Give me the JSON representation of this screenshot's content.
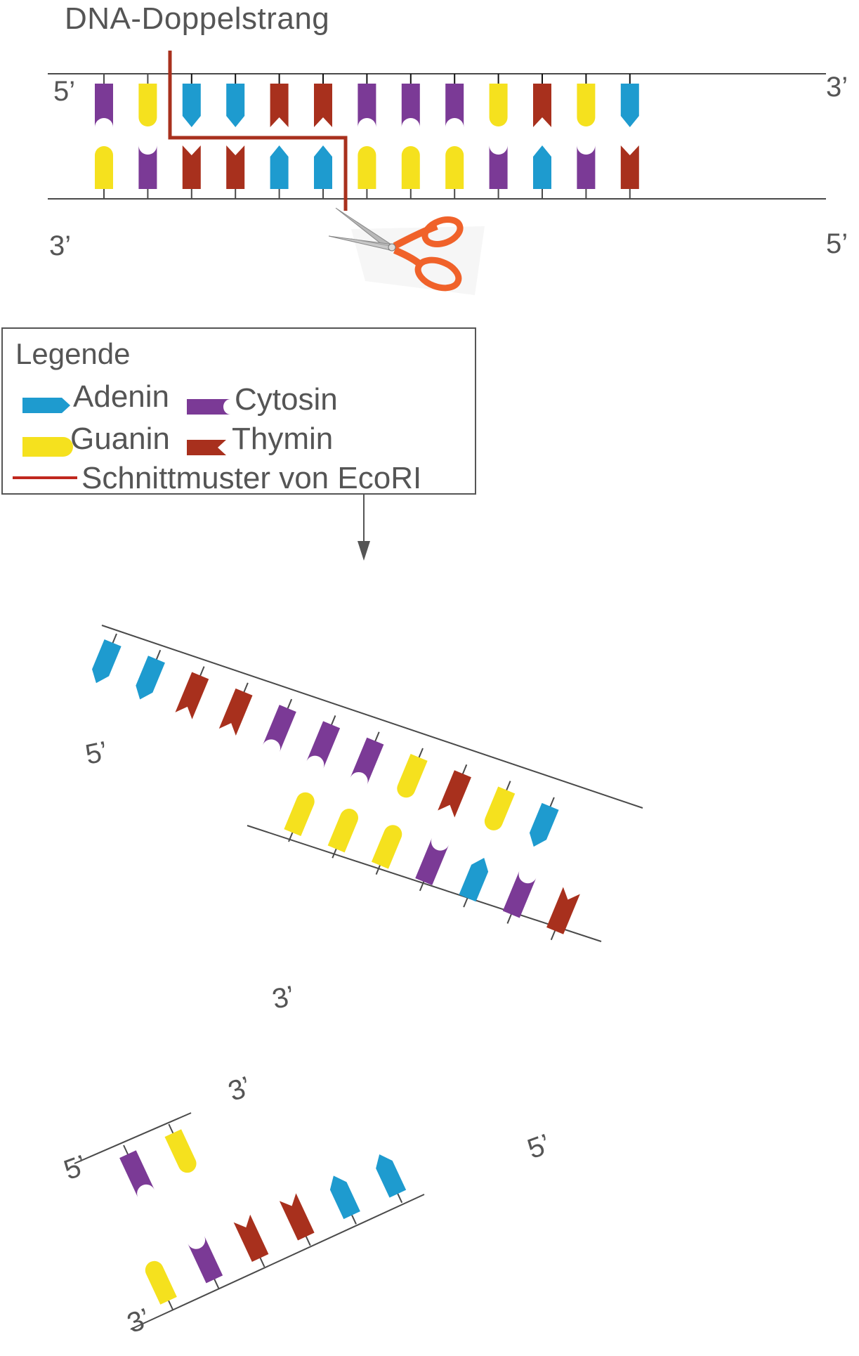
{
  "title": "DNA-Doppelstrang",
  "colors": {
    "adenin": "#1E9BCF",
    "cytosin": "#7B3A96",
    "guanin": "#F5E11E",
    "thymin": "#A8301D",
    "strand": "#4a4a4a",
    "cut": "#A8301D"
  },
  "strand_labels": {
    "top_left": "5’",
    "top_right": "3’",
    "bottom_left": "3’",
    "bottom_right": "5’"
  },
  "top_strand": [
    "C",
    "G",
    "A",
    "A",
    "T",
    "T",
    "C",
    "C",
    "C",
    "G",
    "T",
    "G",
    "A"
  ],
  "bottom_strand": [
    "G",
    "C",
    "T",
    "T",
    "A",
    "A",
    "G",
    "G",
    "G",
    "C",
    "A",
    "C",
    "T"
  ],
  "legend": {
    "title": "Legende",
    "adenin": "Adenin",
    "cytosin": "Cytosin",
    "guanin": "Guanin",
    "thymin": "Thymin",
    "cut": "Schnittmuster von EcoRI"
  },
  "fragment1_labels": {
    "top_left": "5’",
    "bottom_left": "3’"
  },
  "fragment1_top": [
    "A",
    "A",
    "T",
    "T",
    "C",
    "C",
    "C",
    "G",
    "T",
    "G",
    "A"
  ],
  "fragment1_bottom": [
    "G",
    "G",
    "G",
    "C",
    "A",
    "C",
    "T"
  ],
  "fragment2_labels": {
    "top_right": "3’",
    "left": "5’",
    "right": "5’",
    "bottom_left": "3’"
  },
  "fragment2_top": [
    "C",
    "G"
  ],
  "fragment2_bottom": [
    "G",
    "C",
    "T",
    "T",
    "A",
    "A"
  ],
  "scissors_icon": "scissors-icon",
  "arrow_icon": "arrow-down-icon"
}
